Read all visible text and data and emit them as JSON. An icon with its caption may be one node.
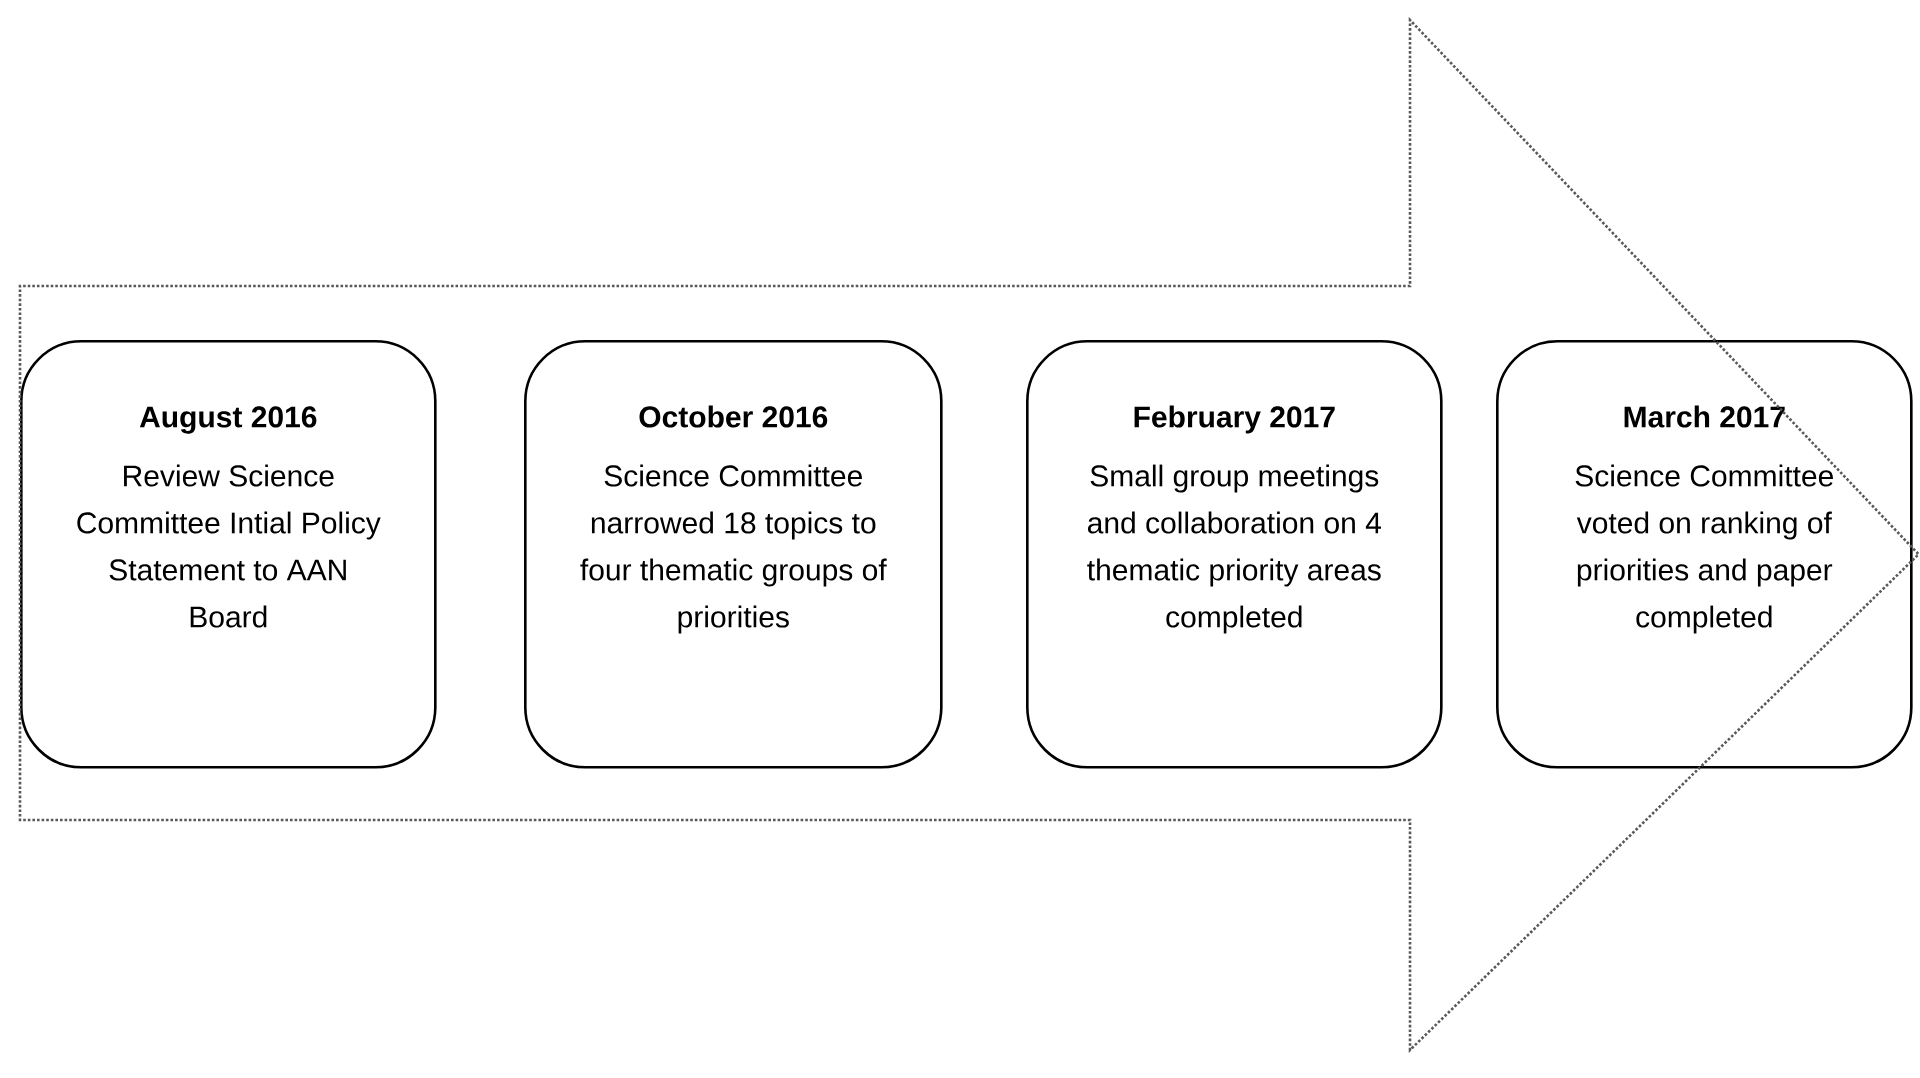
{
  "diagram": {
    "nodes": [
      {
        "text": [
          "August 2016",
          "Review Science Committee Intial Policy Statement to AAN Board"
        ]
      },
      {
        "text": [
          "October 2016",
          "Science Committee narrowed 18 topics to four thematic groups of priorities"
        ]
      },
      {
        "text": [
          "February 2017",
          "Small group meetings and collaboration on 4 thematic priority areas completed"
        ]
      },
      {
        "text": [
          "March 2017",
          "Science Committee voted on ranking of priorities and paper completed"
        ]
      }
    ],
    "edges": [
      {
        "from": 0,
        "to": 3,
        "arrow": "to"
      }
    ]
  }
}
